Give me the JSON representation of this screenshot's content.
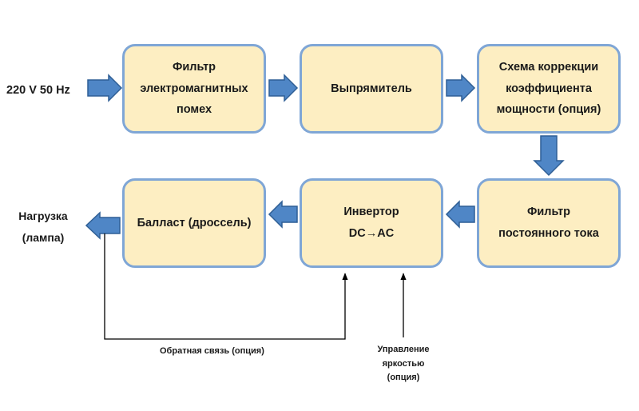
{
  "blocks": {
    "emi_filter": "Фильтр\nэлектромагнитных\nпомех",
    "rectifier": "Выпрямитель",
    "pfc": "Схема коррекции\nкоэффициента\nмощности (опция)",
    "dc_filter": "Фильтр\nпостоянного тока",
    "inverter": "Инвертор\nDC→AC",
    "ballast": "Балласт (дроссель)"
  },
  "labels": {
    "input": "220 V 50 Hz",
    "load": "Нагрузка\n(лампа)",
    "feedback": "Обратная связь (опция)",
    "dimming": "Управление\nяркостью\n(опция)"
  },
  "colors": {
    "box_fill": "#fdeec2",
    "box_border": "#7fa6d6",
    "arrow_fill": "#4f86c6",
    "arrow_border": "#2f5f95",
    "signal_line": "#000000"
  }
}
